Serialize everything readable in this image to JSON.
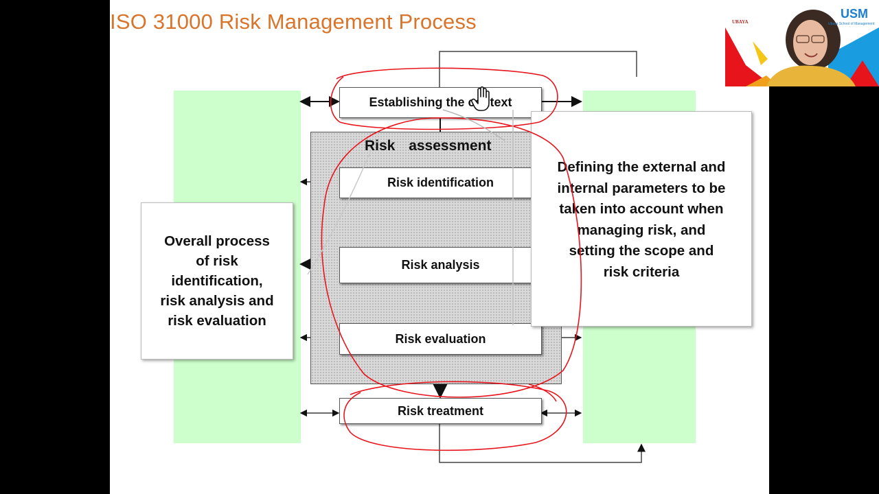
{
  "slide": {
    "title": "ISO 31000 Risk Management Process",
    "process_steps": {
      "establishing_context": "Establishing the context",
      "risk_assessment": "Risk assessment",
      "risk_identification": "Risk identification",
      "risk_analysis": "Risk analysis",
      "risk_evaluation": "Risk evaluation",
      "risk_treatment": "Risk treatment"
    },
    "left_callout": {
      "line1": "Overall process",
      "line2": "of risk",
      "line3": "identification,",
      "line4": "risk analysis and",
      "line5": "risk evaluation"
    },
    "right_callout": {
      "line1": "Defining the external and",
      "line2": "internal parameters to be",
      "line3": "taken into account when",
      "line4": "managing risk, and",
      "line5": "setting the scope and",
      "line6": "risk criteria"
    }
  },
  "webcam": {
    "logo_left": "UBAYA",
    "logo_right": "USM",
    "logo_right_sub": "Ubaya School of Management"
  },
  "colors": {
    "title": "#d9742b",
    "side_panel": "#ccffcc",
    "annotation": "#e8141c"
  }
}
